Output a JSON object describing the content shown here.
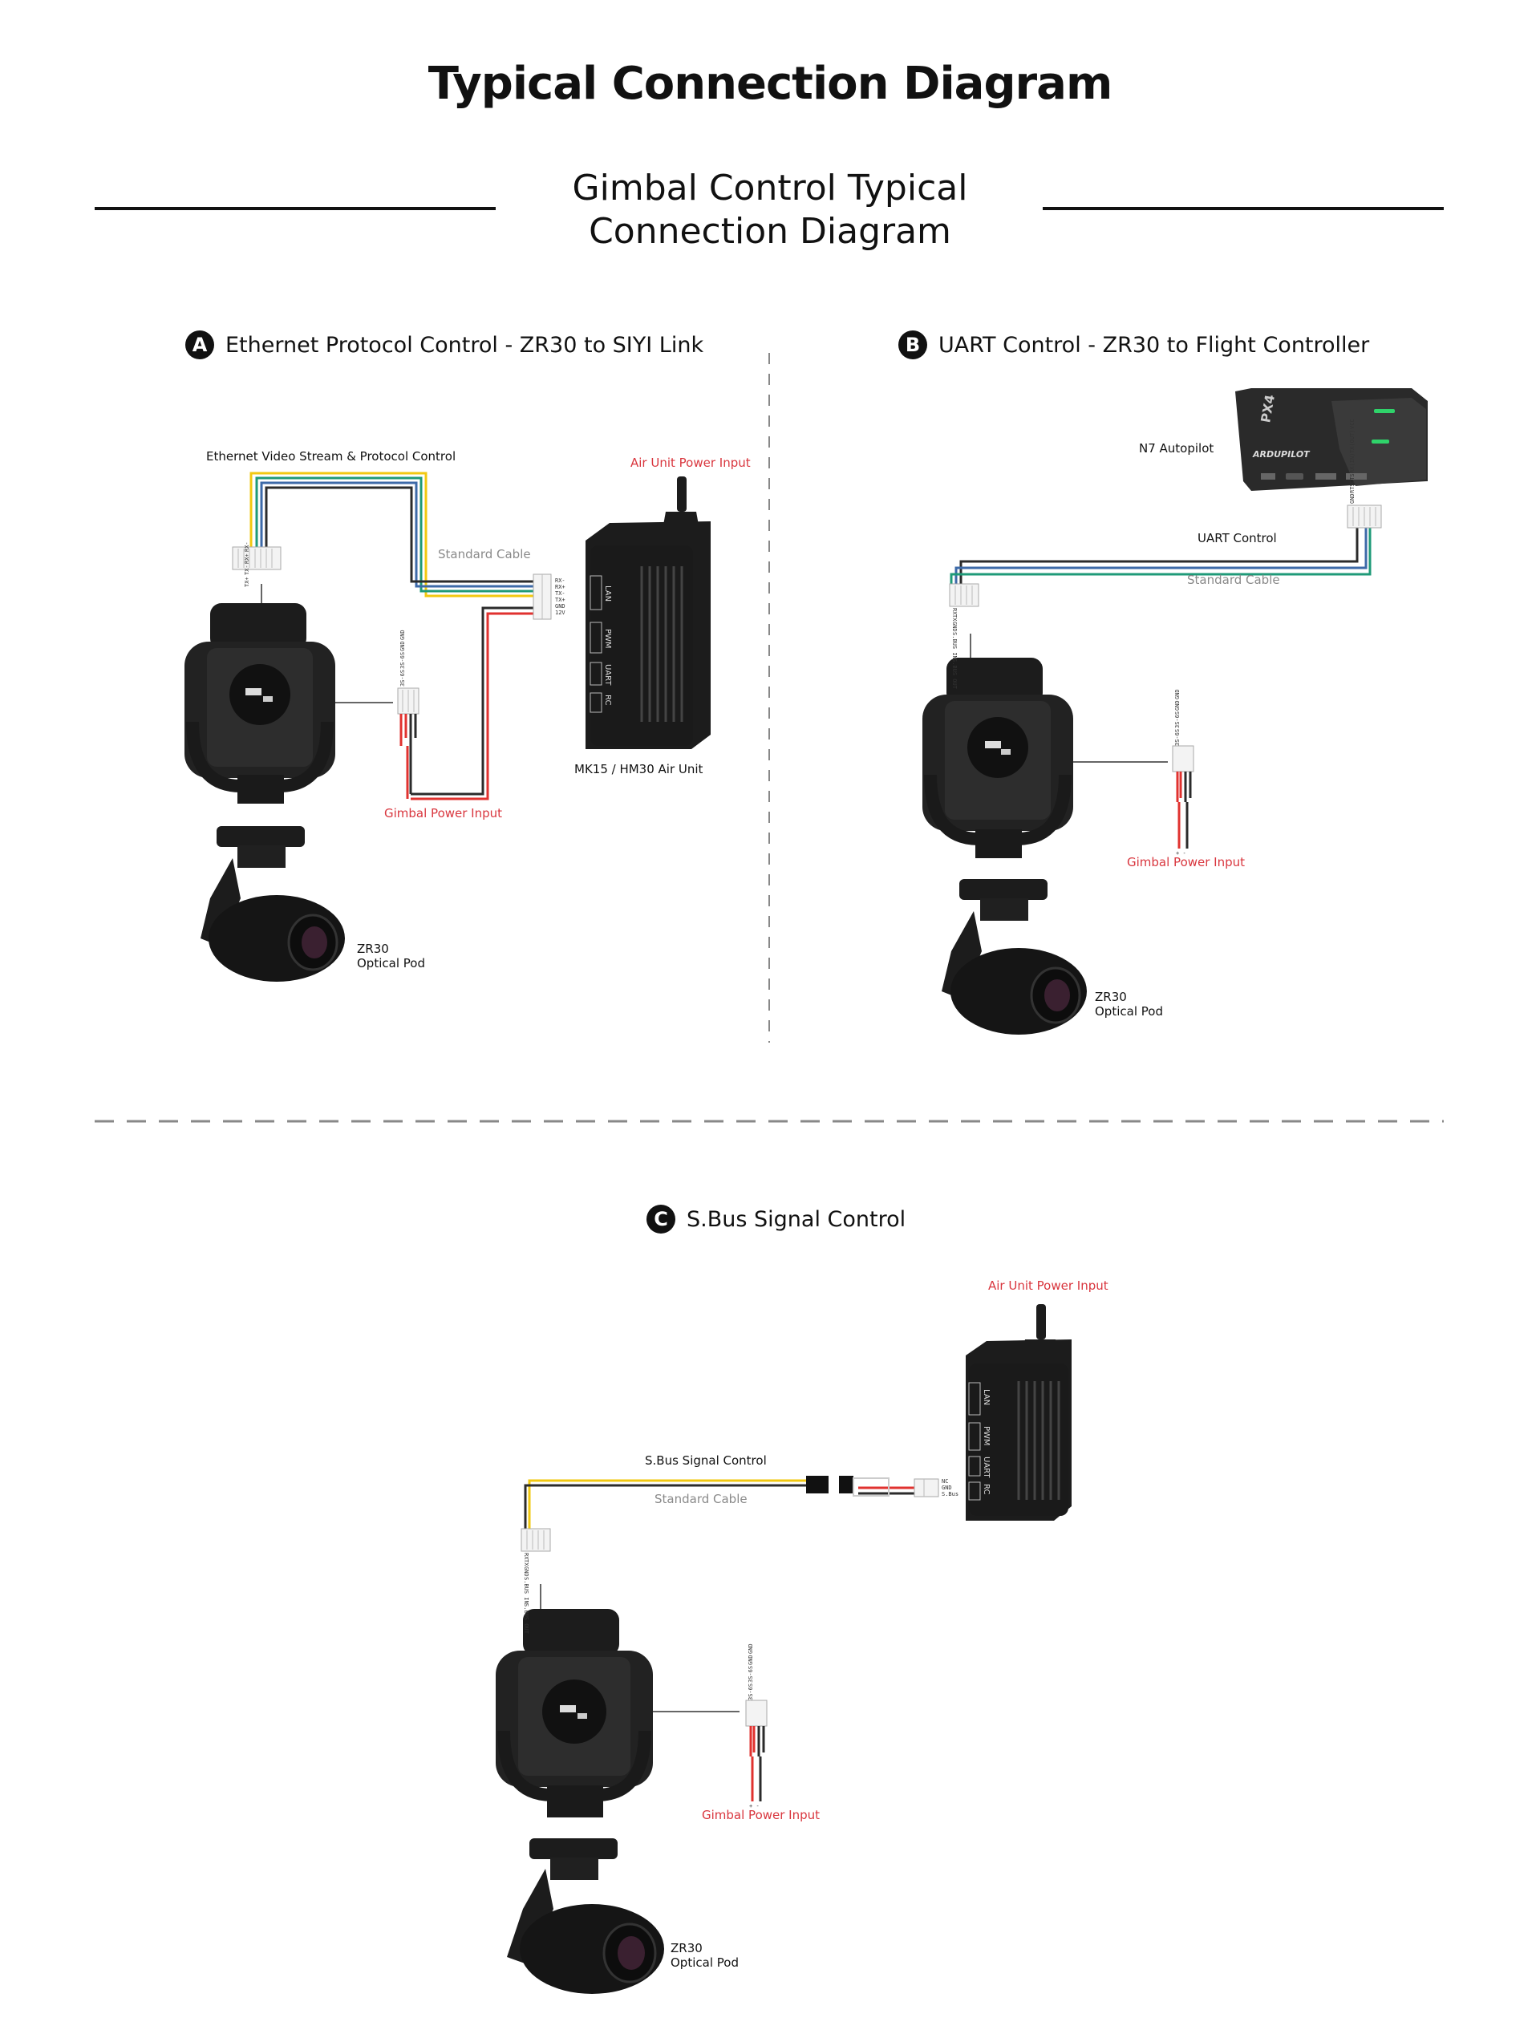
{
  "page": {
    "title": "Typical Connection Diagram",
    "subtitle_line1": "Gimbal Control Typical",
    "subtitle_line2": "Connection Diagram"
  },
  "sections": {
    "a": {
      "badge": "A",
      "title": "Ethernet Protocol Control - ZR30 to SIYI Link",
      "labels": {
        "ethernet": "Ethernet Video Stream & Protocol Control",
        "standard_cable": "Standard Cable",
        "air_power": "Air Unit Power Input",
        "gimbal_power": "Gimbal Power Input",
        "air_unit": "MK15 / HM30 Air Unit",
        "pod_line1": "ZR30",
        "pod_line2": "Optical Pod"
      },
      "gimbal_lan_pins": [
        "TX+",
        "TX-",
        "RX+",
        "RX-"
      ],
      "air_lan_pins": [
        "RX-",
        "RX+",
        "TX-",
        "TX+",
        "GND",
        "12V"
      ],
      "power_pins": [
        "3S-6S",
        "3S-6S",
        "GND",
        "GND"
      ],
      "air_unit_ports": [
        "LAN",
        "PWM",
        "UART",
        "RC"
      ]
    },
    "b": {
      "badge": "B",
      "title": "UART Control - ZR30 to Flight Controller",
      "labels": {
        "autopilot": "N7 Autopilot",
        "uart": "UART Control",
        "standard_cable": "Standard Cable",
        "gimbal_power": "Gimbal Power Input",
        "pod_line1": "ZR30",
        "pod_line2": "Optical Pod",
        "fc_brand1": "PX4",
        "fc_brand2": "ARDUPILOT"
      },
      "gimbal_uart_pins": [
        "RX",
        "TX",
        "GND",
        "S.BUS IN",
        "S.BUS OUT"
      ],
      "fc_pins": [
        "GND",
        "RTS",
        "CTS",
        "RX(IN)",
        "TX(OUT)",
        "VCC"
      ],
      "power_pins": [
        "3S-6S",
        "3S-6S",
        "GND",
        "GND"
      ],
      "power_polarity": [
        "+",
        "-"
      ]
    },
    "c": {
      "badge": "C",
      "title": "S.Bus Signal Control",
      "labels": {
        "air_power": "Air Unit Power Input",
        "sbus": "S.Bus Signal Control",
        "standard_cable": "Standard Cable",
        "gimbal_power": "Gimbal Power Input",
        "pod_line1": "ZR30",
        "pod_line2": "Optical Pod"
      },
      "gimbal_pins": [
        "RX",
        "TX",
        "GND",
        "S.BUS IN",
        "S.BUS OUT"
      ],
      "rc_pins": [
        "NC",
        "GND",
        "S.Bus"
      ],
      "power_pins": [
        "3S-6S",
        "3S-6S",
        "GND",
        "GND"
      ],
      "power_polarity": [
        "+",
        "-"
      ],
      "air_unit_ports": [
        "LAN",
        "PWM",
        "UART",
        "RC"
      ]
    }
  },
  "colors": {
    "wire_yellow": "#f2c811",
    "wire_green": "#1f9a78",
    "wire_blue": "#3d6aa8",
    "wire_black": "#2b2b2b",
    "wire_red": "#e0322f",
    "label_red": "#d9363e",
    "label_gray": "#8a8a8a",
    "device": "#1c1c1c",
    "led_green": "#2fd36a"
  }
}
